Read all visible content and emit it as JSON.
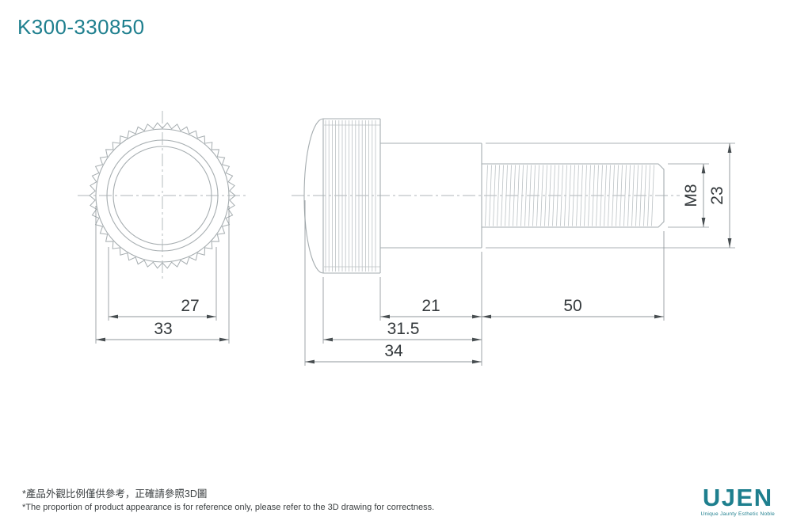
{
  "header": {
    "part_number": "K300-330850"
  },
  "dims": {
    "knob_inner_dia": "27",
    "knob_outer_dia": "33",
    "collar_length": "21",
    "thread_length": "50",
    "head_length": "31.5",
    "total_head_length": "34",
    "thread_spec": "M8",
    "collar_dia": "23"
  },
  "footer": {
    "note_zh": "*產品外觀比例僅供參考，正確請參照3D圖",
    "note_en": "*The proportion of product appearance is for reference only, please refer to the 3D drawing for correctness.",
    "logo_text": "UJEN",
    "logo_tagline": "Unique Jaunty Esthetic Noble"
  },
  "colors": {
    "accent": "#1e7f8e",
    "outline": "#a6adb0",
    "hatch": "#bcc2c5",
    "dimline": "#8f979b",
    "dimtext": "#34393c"
  }
}
